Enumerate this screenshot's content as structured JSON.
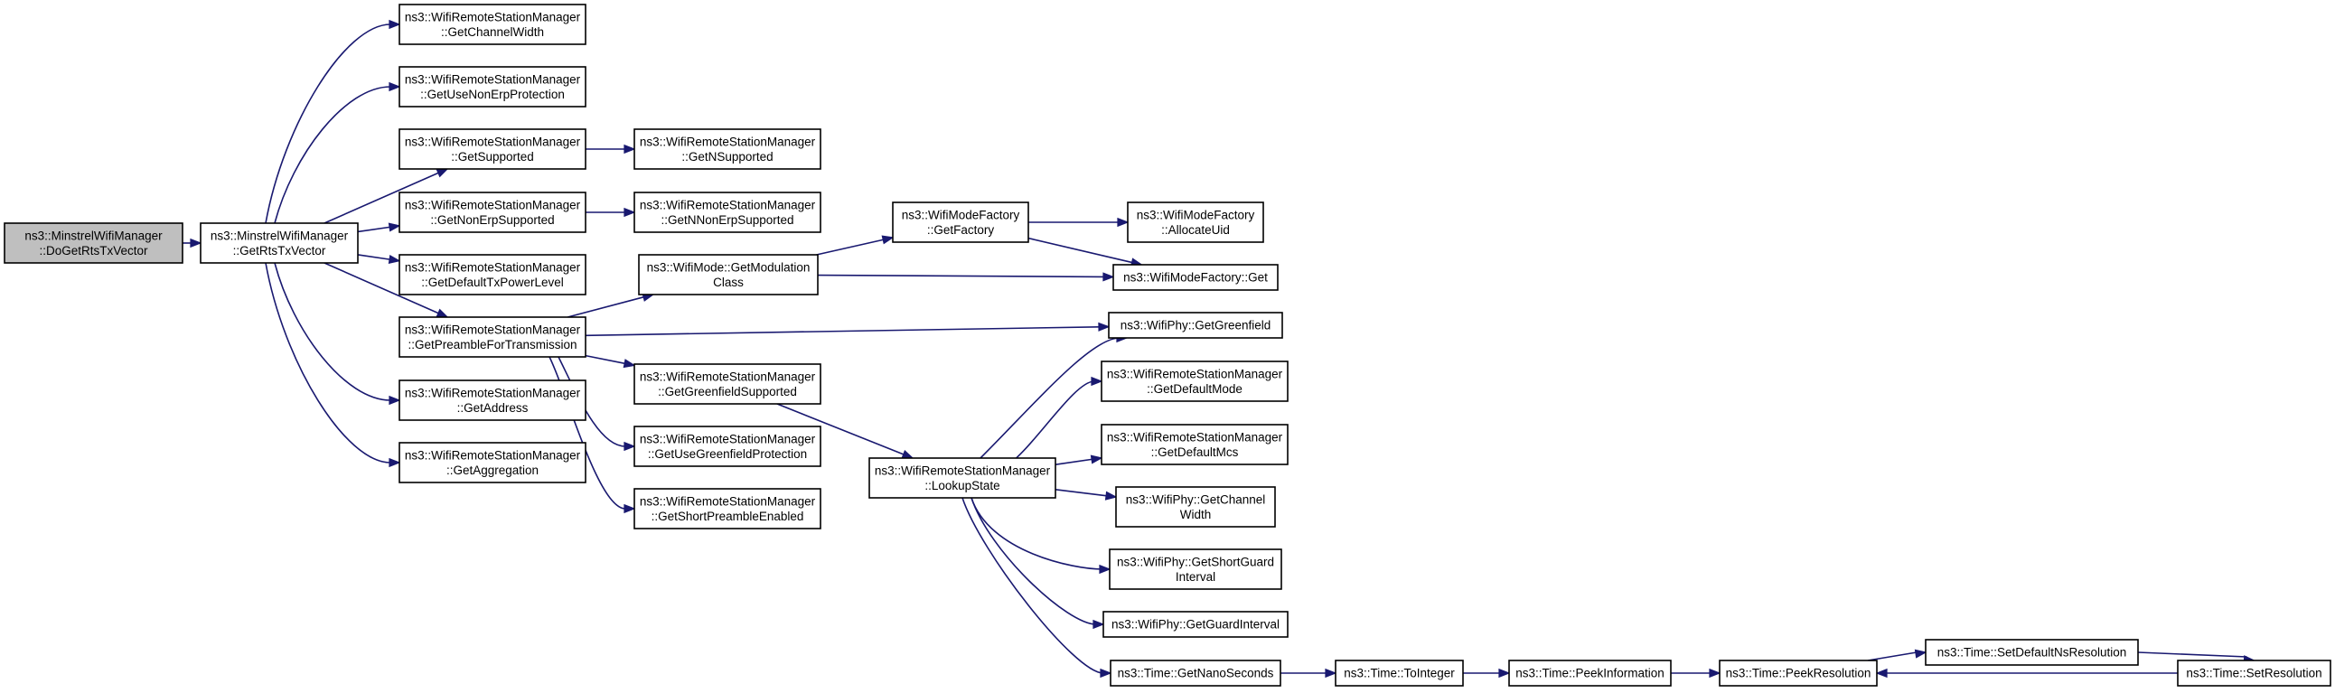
{
  "nodes": [
    {
      "id": "root",
      "lines": [
        "ns3::MinstrelWifiManager",
        "::DoGetRtsTxVector"
      ],
      "highlight": true
    },
    {
      "id": "getrts",
      "lines": [
        "ns3::MinstrelWifiManager",
        "::GetRtsTxVector"
      ]
    },
    {
      "id": "chanwidth",
      "lines": [
        "ns3::WifiRemoteStationManager",
        "::GetChannelWidth"
      ]
    },
    {
      "id": "nonerpprot",
      "lines": [
        "ns3::WifiRemoteStationManager",
        "::GetUseNonErpProtection"
      ]
    },
    {
      "id": "supported",
      "lines": [
        "ns3::WifiRemoteStationManager",
        "::GetSupported"
      ]
    },
    {
      "id": "nonerpsup",
      "lines": [
        "ns3::WifiRemoteStationManager",
        "::GetNonErpSupported"
      ]
    },
    {
      "id": "txpower",
      "lines": [
        "ns3::WifiRemoteStationManager",
        "::GetDefaultTxPowerLevel"
      ]
    },
    {
      "id": "preamble",
      "lines": [
        "ns3::WifiRemoteStationManager",
        "::GetPreambleForTransmission"
      ]
    },
    {
      "id": "address",
      "lines": [
        "ns3::WifiRemoteStationManager",
        "::GetAddress"
      ]
    },
    {
      "id": "aggregation",
      "lines": [
        "ns3::WifiRemoteStationManager",
        "::GetAggregation"
      ]
    },
    {
      "id": "nsupported",
      "lines": [
        "ns3::WifiRemoteStationManager",
        "::GetNSupported"
      ]
    },
    {
      "id": "nnonerp",
      "lines": [
        "ns3::WifiRemoteStationManager",
        "::GetNNonErpSupported"
      ]
    },
    {
      "id": "modclass",
      "lines": [
        "ns3::WifiMode::GetModulation",
        "Class"
      ]
    },
    {
      "id": "gfsup",
      "lines": [
        "ns3::WifiRemoteStationManager",
        "::GetGreenfieldSupported"
      ]
    },
    {
      "id": "usegfprot",
      "lines": [
        "ns3::WifiRemoteStationManager",
        "::GetUseGreenfieldProtection"
      ]
    },
    {
      "id": "shortpre",
      "lines": [
        "ns3::WifiRemoteStationManager",
        "::GetShortPreambleEnabled"
      ]
    },
    {
      "id": "getfactory",
      "lines": [
        "ns3::WifiModeFactory",
        "::GetFactory"
      ]
    },
    {
      "id": "lookup",
      "lines": [
        "ns3::WifiRemoteStationManager",
        "::LookupState"
      ]
    },
    {
      "id": "allocuid",
      "lines": [
        "ns3::WifiModeFactory",
        "::AllocateUid"
      ]
    },
    {
      "id": "mfget",
      "lines": [
        "ns3::WifiModeFactory::Get"
      ]
    },
    {
      "id": "phygf",
      "lines": [
        "ns3::WifiPhy::GetGreenfield"
      ]
    },
    {
      "id": "defmode",
      "lines": [
        "ns3::WifiRemoteStationManager",
        "::GetDefaultMode"
      ]
    },
    {
      "id": "defmcs",
      "lines": [
        "ns3::WifiRemoteStationManager",
        "::GetDefaultMcs"
      ]
    },
    {
      "id": "phychw",
      "lines": [
        "ns3::WifiPhy::GetChannel",
        "Width"
      ]
    },
    {
      "id": "physgi",
      "lines": [
        "ns3::WifiPhy::GetShortGuard",
        "Interval"
      ]
    },
    {
      "id": "phygi",
      "lines": [
        "ns3::WifiPhy::GetGuardInterval"
      ]
    },
    {
      "id": "nanosec",
      "lines": [
        "ns3::Time::GetNanoSeconds"
      ]
    },
    {
      "id": "tointeger",
      "lines": [
        "ns3::Time::ToInteger"
      ]
    },
    {
      "id": "peekinfo",
      "lines": [
        "ns3::Time::PeekInformation"
      ]
    },
    {
      "id": "peekres",
      "lines": [
        "ns3::Time::PeekResolution"
      ]
    },
    {
      "id": "setdefns",
      "lines": [
        "ns3::Time::SetDefaultNsResolution"
      ]
    },
    {
      "id": "setres",
      "lines": [
        "ns3::Time::SetResolution"
      ]
    }
  ],
  "edges": [
    [
      "root",
      "getrts"
    ],
    [
      "getrts",
      "chanwidth"
    ],
    [
      "getrts",
      "nonerpprot"
    ],
    [
      "getrts",
      "supported"
    ],
    [
      "getrts",
      "nonerpsup"
    ],
    [
      "getrts",
      "txpower"
    ],
    [
      "getrts",
      "preamble"
    ],
    [
      "getrts",
      "address"
    ],
    [
      "getrts",
      "aggregation"
    ],
    [
      "supported",
      "nsupported"
    ],
    [
      "nonerpsup",
      "nnonerp"
    ],
    [
      "preamble",
      "modclass"
    ],
    [
      "preamble",
      "phygf"
    ],
    [
      "preamble",
      "gfsup"
    ],
    [
      "preamble",
      "usegfprot"
    ],
    [
      "preamble",
      "shortpre"
    ],
    [
      "modclass",
      "getfactory"
    ],
    [
      "modclass",
      "mfget"
    ],
    [
      "getfactory",
      "allocuid"
    ],
    [
      "getfactory",
      "mfget"
    ],
    [
      "gfsup",
      "lookup"
    ],
    [
      "lookup",
      "phygf"
    ],
    [
      "lookup",
      "defmode"
    ],
    [
      "lookup",
      "defmcs"
    ],
    [
      "lookup",
      "phychw"
    ],
    [
      "lookup",
      "physgi"
    ],
    [
      "lookup",
      "phygi"
    ],
    [
      "lookup",
      "nanosec"
    ],
    [
      "nanosec",
      "tointeger"
    ],
    [
      "tointeger",
      "peekinfo"
    ],
    [
      "peekinfo",
      "peekres"
    ],
    [
      "peekres",
      "setdefns"
    ],
    [
      "setdefns",
      "setres"
    ],
    [
      "setres",
      "peekres"
    ]
  ]
}
